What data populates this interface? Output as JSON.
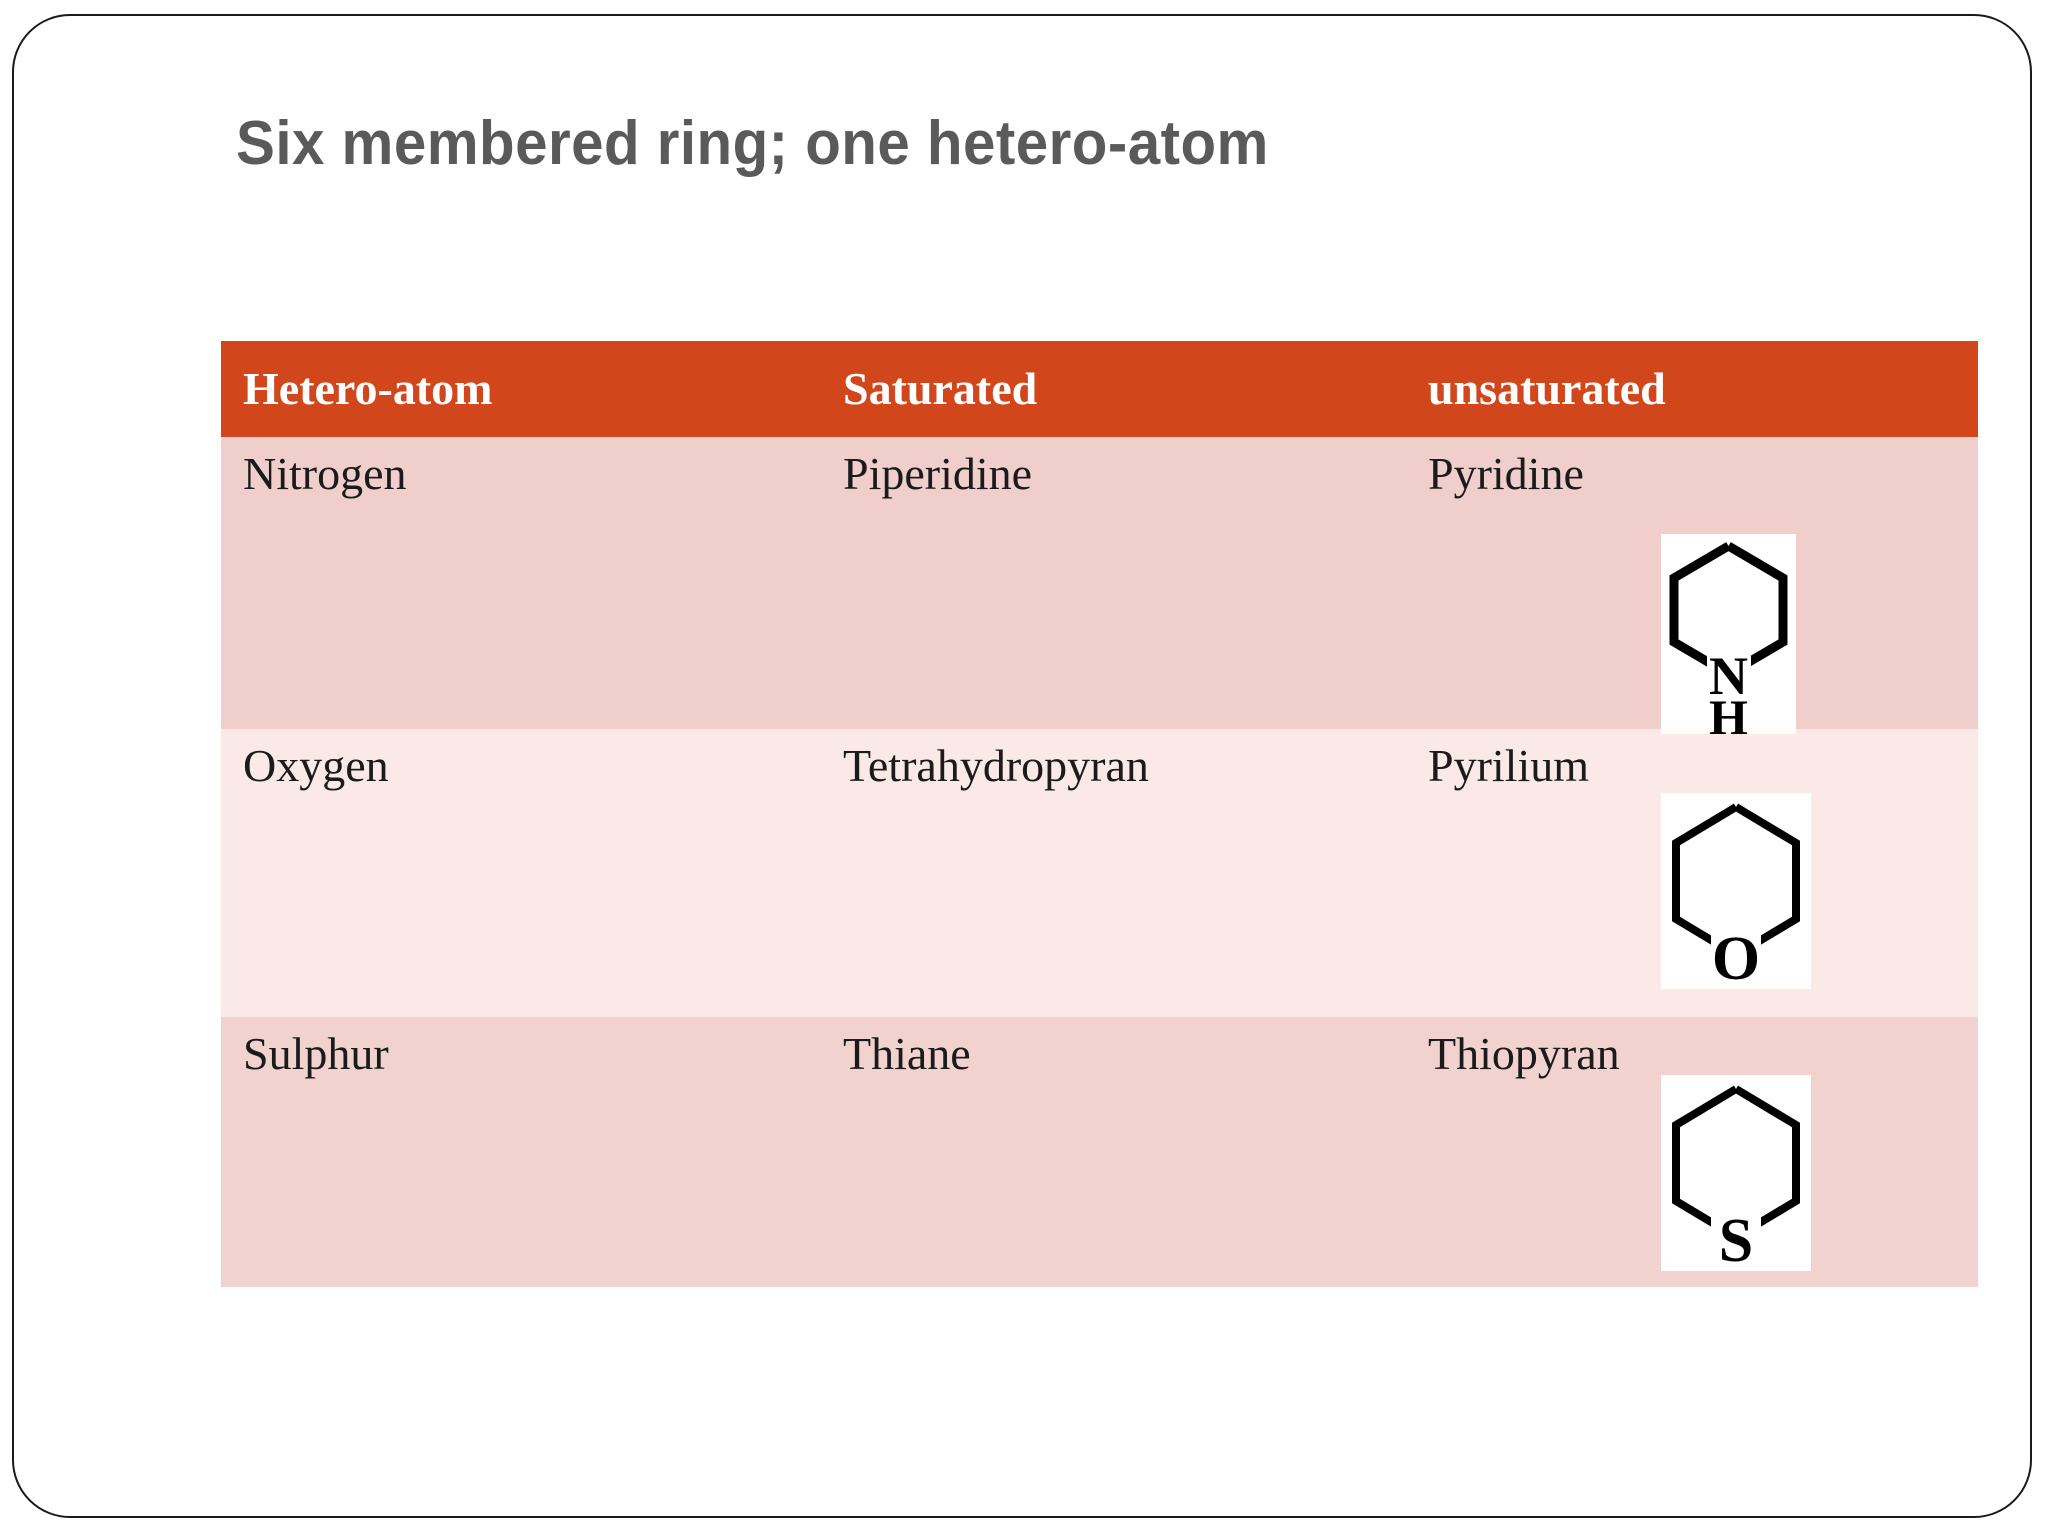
{
  "slide": {
    "title": "Six membered ring; one hetero-atom",
    "title_color": "#5a5a5a",
    "background": "#ffffff",
    "border_color": "#1a1a1a"
  },
  "table": {
    "header_bg": "#D1461B",
    "header_text_color": "#ffffff",
    "row_colors": [
      "#F0CECB",
      "#FBE9E7",
      "#F2D2CE"
    ],
    "columns": [
      "Hetero-atom",
      "Saturated",
      "unsaturated"
    ],
    "rows": [
      {
        "hetero_atom": "Nitrogen",
        "saturated": "Piperidine",
        "unsaturated": "Pyridine",
        "saturated_structure": "piperidine-ring-structure",
        "unsaturated_structure": "pyridine-ring-structure",
        "saturated_atom_label": "N",
        "saturated_atom_label2": "H",
        "unsaturated_atom_label": "N",
        "unsaturated_charge": ""
      },
      {
        "hetero_atom": "Oxygen",
        "saturated": "Tetrahydropyran",
        "unsaturated": "Pyrilium",
        "saturated_structure": "tetrahydropyran-ring-structure",
        "unsaturated_structure": "pyrilium-ring-structure",
        "saturated_atom_label": "O",
        "saturated_atom_label2": "",
        "unsaturated_atom_label": "O",
        "unsaturated_charge": "⊕"
      },
      {
        "hetero_atom": "Sulphur",
        "saturated": "Thiane",
        "unsaturated": "Thiopyran",
        "saturated_structure": "thiane-ring-structure",
        "unsaturated_structure": "thiopyran-ring-structure",
        "saturated_atom_label": "S",
        "saturated_atom_label2": "",
        "unsaturated_atom_label": "S",
        "unsaturated_charge": "⊕"
      }
    ]
  }
}
